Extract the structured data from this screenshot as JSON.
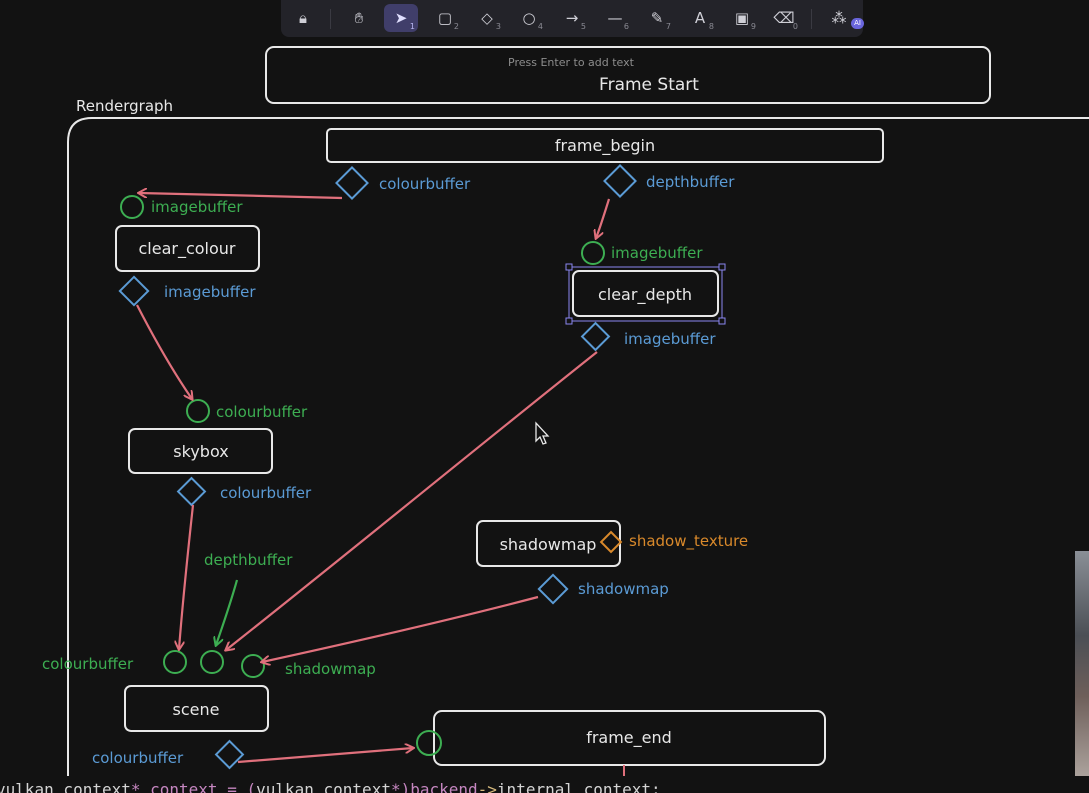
{
  "toolbar": {
    "tools": [
      {
        "name": "lock",
        "glyph": "🔒︎",
        "key": ""
      },
      {
        "name": "hand",
        "glyph": "✋︎",
        "key": ""
      },
      {
        "name": "select",
        "glyph": "➤",
        "key": "1"
      },
      {
        "name": "rectangle",
        "glyph": "▢",
        "key": "2"
      },
      {
        "name": "diamond",
        "glyph": "◇",
        "key": "3"
      },
      {
        "name": "ellipse",
        "glyph": "○",
        "key": "4"
      },
      {
        "name": "arrow",
        "glyph": "→",
        "key": "5"
      },
      {
        "name": "line",
        "glyph": "—",
        "key": "6"
      },
      {
        "name": "pencil",
        "glyph": "✎",
        "key": "7"
      },
      {
        "name": "text",
        "glyph": "A",
        "key": "8"
      },
      {
        "name": "image",
        "glyph": "▣",
        "key": "9"
      },
      {
        "name": "eraser",
        "glyph": "⌫",
        "key": "0"
      },
      {
        "name": "library",
        "glyph": "⁂",
        "key": ""
      }
    ],
    "ai_badge": "AI"
  },
  "colors": {
    "background": "#121212",
    "white_stroke": "#e8e8e8",
    "green": "#3dae52",
    "blue": "#5b9bd5",
    "red_arrow": "#e0707c",
    "orange": "#d9892b",
    "selection": "#8a86f0"
  },
  "canvas": {
    "frame_start_hint": "Press Enter to add text",
    "frame_start": "Frame Start",
    "rendergraph_label": "Rendergraph",
    "nodes": {
      "frame_begin": "frame_begin",
      "clear_colour": "clear_colour",
      "clear_depth": "clear_depth",
      "skybox": "skybox",
      "shadowmap": "shadowmap",
      "scene": "scene",
      "frame_end": "frame_end"
    },
    "ports": {
      "frame_begin_colourbuffer": "colourbuffer",
      "frame_begin_depthbuffer": "depthbuffer",
      "clear_colour_in": "imagebuffer",
      "clear_colour_out": "imagebuffer",
      "clear_depth_in": "imagebuffer",
      "clear_depth_out": "imagebuffer",
      "skybox_in": "colourbuffer",
      "skybox_out": "colourbuffer",
      "shadowmap_texture": "shadow_texture",
      "shadowmap_out": "shadowmap",
      "scene_in_colour": "colourbuffer",
      "scene_in_depth": "depthbuffer",
      "scene_in_shadow": "shadowmap",
      "scene_out": "colourbuffer"
    }
  },
  "code": {
    "part1": "vulkan_context",
    "part2": "* context = (",
    "part3": "vulkan_context",
    "part4": "*)backend",
    "part5": "->",
    "part6": "internal_context;"
  }
}
